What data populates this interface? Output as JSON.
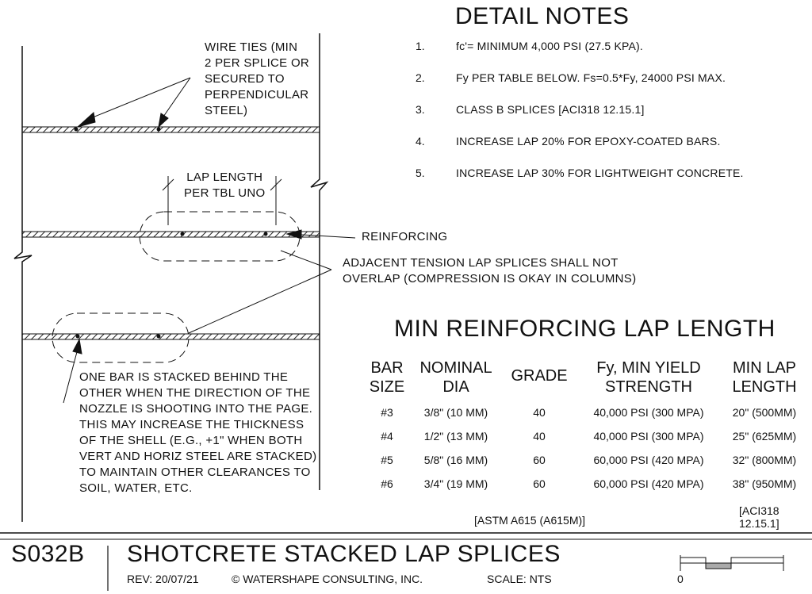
{
  "detail_notes": {
    "title": "DETAIL NOTES",
    "items": [
      {
        "num": "1.",
        "text": "fc'= MINIMUM 4,000 PSI (27.5 KPA)."
      },
      {
        "num": "2.",
        "text": "Fy PER TABLE BELOW.  Fs=0.5*Fy, 24000 PSI MAX."
      },
      {
        "num": "3.",
        "text": "CLASS B SPLICES [ACI318 12.15.1]"
      },
      {
        "num": "4.",
        "text": "INCREASE LAP 20% FOR EPOXY-COATED BARS."
      },
      {
        "num": "5.",
        "text": "INCREASE LAP 30% FOR LIGHTWEIGHT CONCRETE."
      }
    ]
  },
  "callouts": {
    "wire_ties": [
      "WIRE TIES (MIN",
      "2 PER SPLICE OR",
      "SECURED TO",
      "PERPENDICULAR",
      "STEEL)"
    ],
    "lap_length": [
      "LAP LENGTH",
      "PER TBL UNO"
    ],
    "reinforcing": "REINFORCING",
    "adjacent": [
      "ADJACENT TENSION LAP SPLICES SHALL NOT",
      "OVERLAP (COMPRESSION IS OKAY IN COLUMNS)"
    ],
    "stacked": [
      "ONE BAR IS STACKED BEHIND THE",
      "OTHER WHEN THE DIRECTION OF THE",
      "NOZZLE IS SHOOTING INTO THE PAGE.",
      "THIS MAY INCREASE THE THICKNESS",
      "OF THE SHELL (E.G., +1\" WHEN BOTH",
      "VERT AND HORIZ STEEL ARE STACKED)",
      "TO MAINTAIN OTHER CLEARANCES TO",
      "SOIL, WATER, ETC."
    ]
  },
  "lap_table": {
    "title": "MIN REINFORCING LAP LENGTH",
    "headers": [
      [
        "BAR",
        "SIZE"
      ],
      [
        "NOMINAL",
        "DIA"
      ],
      [
        "GRADE"
      ],
      [
        "Fy, MIN YIELD",
        "STRENGTH"
      ],
      [
        "MIN LAP",
        "LENGTH"
      ]
    ],
    "rows": [
      [
        "#3",
        "3/8\" (10 MM)",
        "40",
        "40,000 PSI (300 MPA)",
        "20\" (500MM)"
      ],
      [
        "#4",
        "1/2\" (13 MM)",
        "40",
        "40,000 PSI (300 MPA)",
        "25\" (625MM)"
      ],
      [
        "#5",
        "5/8\" (16 MM)",
        "60",
        "60,000 PSI (420 MPA)",
        "32\" (800MM)"
      ],
      [
        "#6",
        "3/4\" (19 MM)",
        "60",
        "60,000 PSI (420 MPA)",
        "38\" (950MM)"
      ]
    ],
    "ref_astm": "[ASTM A615 (A615M)]",
    "ref_aci": [
      "[ACI318",
      "12.15.1]"
    ]
  },
  "footer": {
    "sheet_id": "S032B",
    "title": "SHOTCRETE STACKED LAP SPLICES",
    "rev": "REV:  20/07/21",
    "copyright": "© WATERSHAPE CONSULTING, INC.",
    "scale": "SCALE:  NTS",
    "scale_zero": "0"
  }
}
